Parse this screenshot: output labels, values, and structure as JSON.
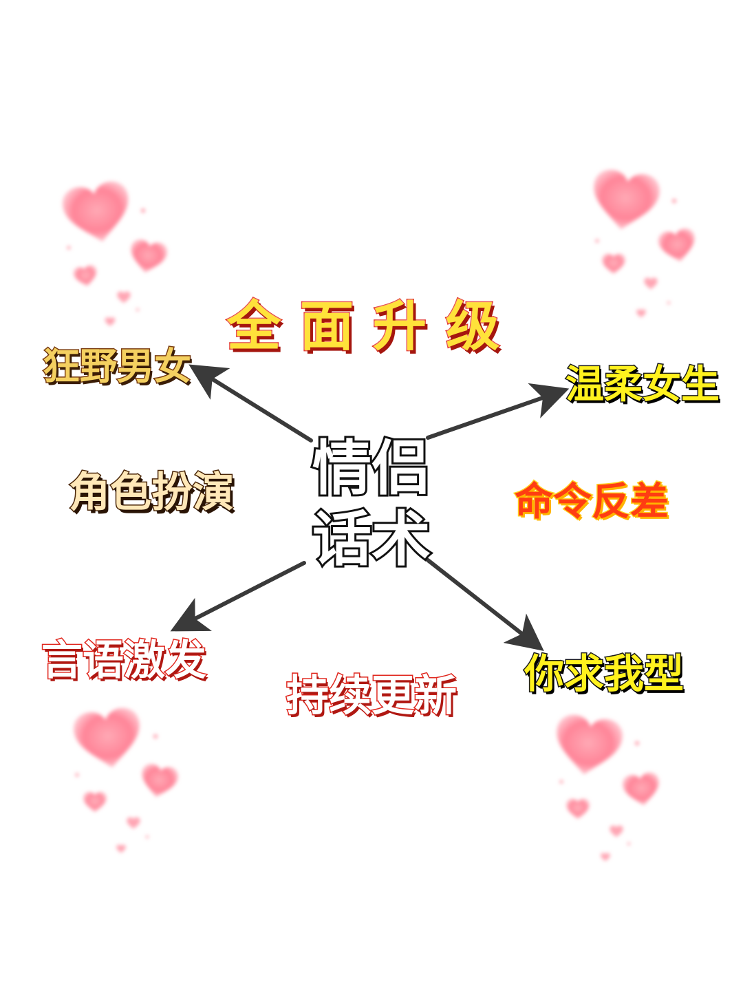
{
  "center": {
    "line1": "情侣",
    "line2": "话术"
  },
  "headline": "全面升级",
  "labels": {
    "wild": "狂野男女",
    "gentle": "温柔女生",
    "role": "角色扮演",
    "command": "命令反差",
    "speech": "言语激发",
    "update": "持续更新",
    "ask": "你求我型"
  },
  "colors": {
    "arrow": "#3a3a3a",
    "heart": "#ff6f86",
    "heart_light": "#ffc2cc"
  },
  "decorations": [
    "heart-cluster-top-left",
    "heart-cluster-top-right",
    "heart-cluster-bottom-left",
    "heart-cluster-bottom-right"
  ]
}
